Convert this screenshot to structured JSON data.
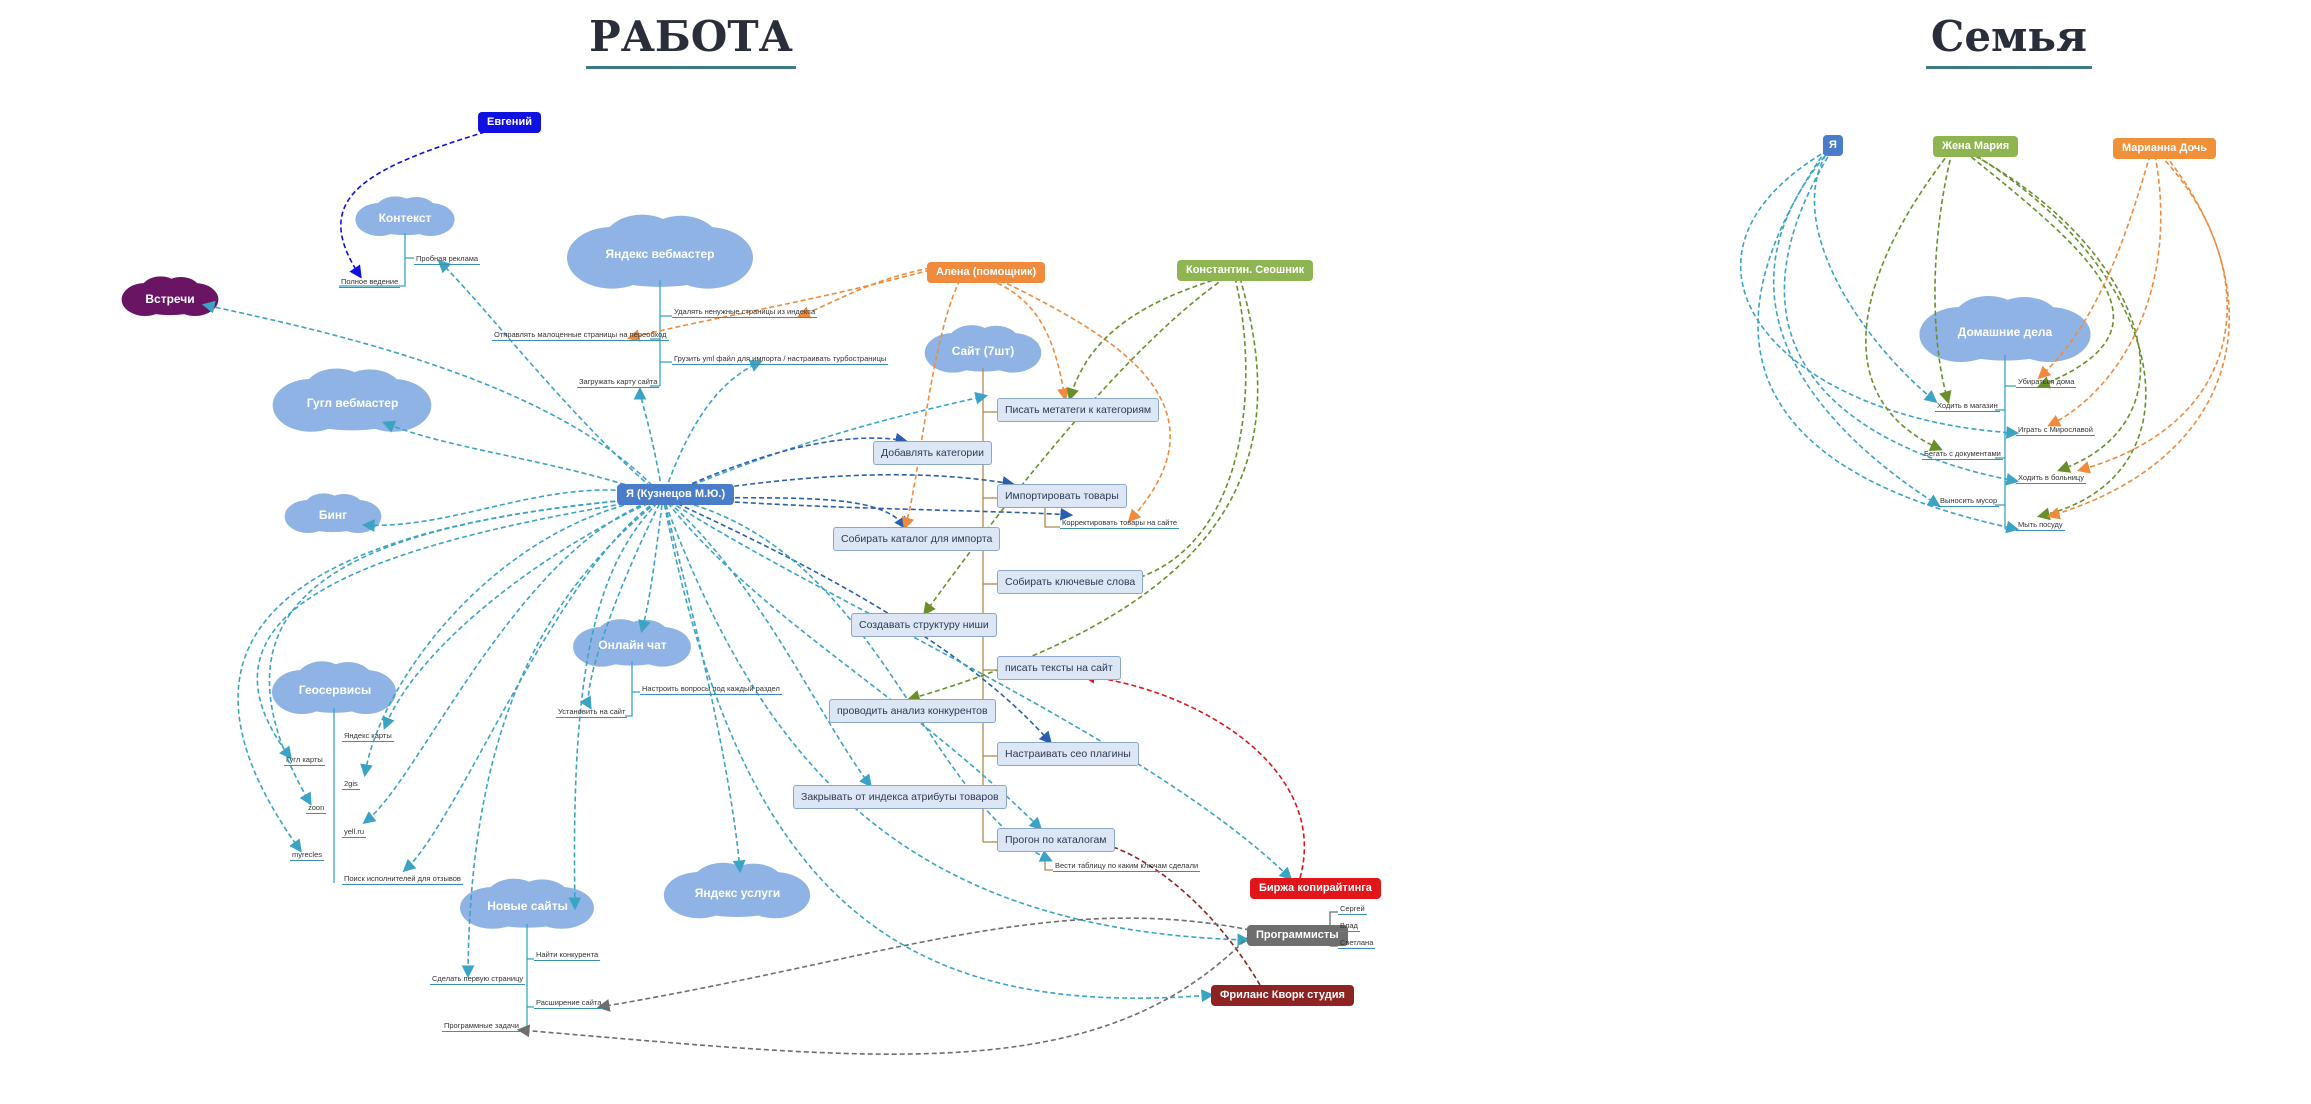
{
  "titles": {
    "work": "РАБОТА",
    "family": "Семья"
  },
  "colors": {
    "teal": "#3ba3c4",
    "blue": "#2a5fb0",
    "orange": "#f08a3c",
    "olive": "#6a8f2a",
    "red": "#e0161a",
    "darkred": "#8e2323",
    "gray": "#6e6e6e",
    "navy": "#1010e0",
    "purple": "#6a1464",
    "cloud": "#8fb3e4"
  },
  "work": {
    "center": "Я (Кузнецов М.Ю.)",
    "people": {
      "evgeny": "Евгений",
      "alena": "Алена (помощник)",
      "konstantin": "Константин. Сеошник",
      "birzha": "Биржа копирайтинга",
      "programmers": "Программисты",
      "freelance": "Фриланс Кворк студия"
    },
    "programmer_names": [
      "Сергей",
      "Влад",
      "Светлана"
    ],
    "clouds": {
      "meetings": "Встречи",
      "context": "Контекст",
      "yandex_wm": "Яндекс вебмастер",
      "google_wm": "Гугл вебмастер",
      "bing": "Бинг",
      "geo": "Геосервисы",
      "online_chat": "Онлайн чат",
      "site": "Сайт (7шт)",
      "new_sites": "Новые сайты",
      "yandex_services": "Яндекс услуги"
    },
    "context_leaves": [
      "Полное ведение",
      "Пробная реклама"
    ],
    "yandex_wm_leaves": [
      "Удалять ненужные страницы из индекса",
      "Отправлять малоценные страницы на переобход",
      "Грузить yml файл для импорта / настраивать турбостраницы",
      "Загружать карту сайта"
    ],
    "geo_leaves": [
      "Яндекс карты",
      "Гугл карты",
      "2gis",
      "zoon",
      "yell.ru",
      "myrecles",
      "Поиск исполнителей для отзывов"
    ],
    "chat_leaves": [
      "Настроить вопросы под каждый раздел",
      "Установить на сайт"
    ],
    "site_tasks": [
      "Писать метатеги к категориям",
      "Добавлять категории",
      "Импортировать товары",
      "Собирать каталог для импорта",
      "Собирать ключевые слова",
      "Создавать структуру ниши",
      "писать тексты на сайт",
      "проводить анализ конкурентов",
      "Настраивать сео плагины",
      "Закрывать от индекса атрибуты товаров",
      "Прогон по каталогам"
    ],
    "site_leaves": [
      "Корректировать товары на сайте",
      "Вести таблицу по каким ключам сделали"
    ],
    "new_sites_leaves": [
      "Найти конкурента",
      "Сделать первую страницу",
      "Расширение сайта",
      "Программные задачи"
    ]
  },
  "family": {
    "people": {
      "me": "Я",
      "wife": "Жена Мария",
      "daughter": "Марианна Дочь"
    },
    "cloud": "Домашние дела",
    "tasks": [
      "Убираться дома",
      "Ходить в магазин",
      "Играть с Мирославой",
      "Бегать с документами",
      "Ходить в больницу",
      "Выносить мусор",
      "Мыть посуду"
    ]
  }
}
